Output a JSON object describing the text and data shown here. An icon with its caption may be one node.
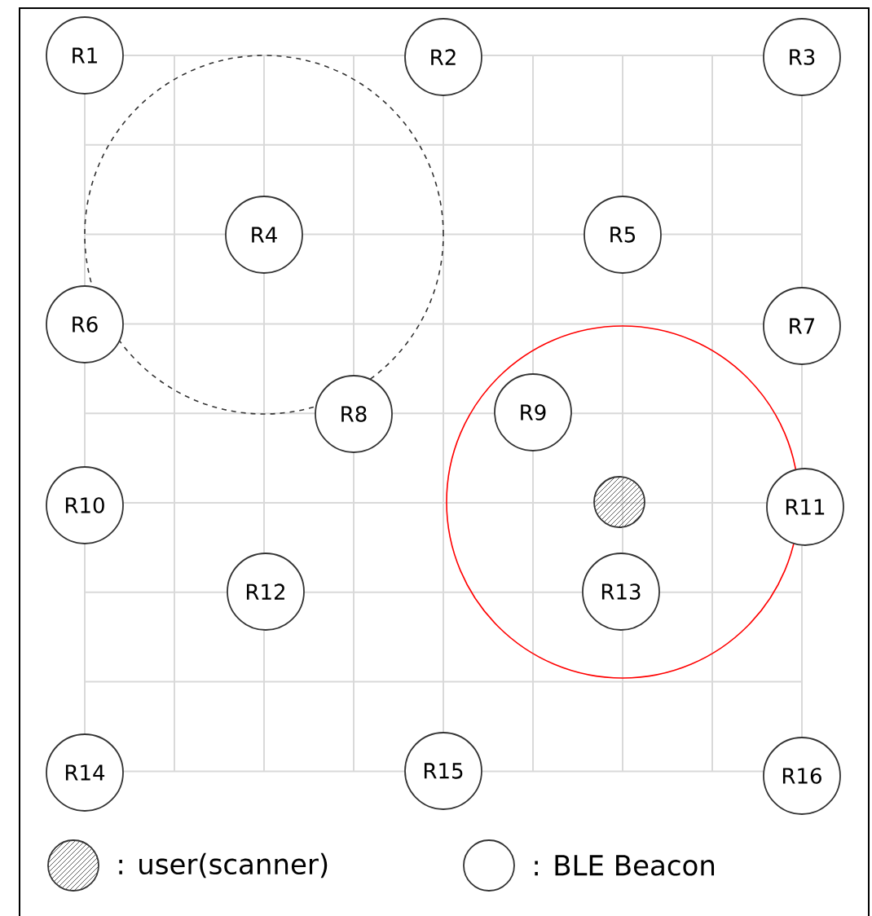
{
  "diagram": {
    "nodes": [
      {
        "text": [
          "R1"
        ]
      },
      {
        "text": [
          "R2"
        ]
      },
      {
        "text": [
          "R3"
        ]
      },
      {
        "text": [
          "R4"
        ]
      },
      {
        "text": [
          "R5"
        ]
      },
      {
        "text": [
          "R6"
        ]
      },
      {
        "text": [
          "R7"
        ]
      },
      {
        "text": [
          "R8"
        ]
      },
      {
        "text": [
          "R9"
        ]
      },
      {
        "text": [
          "R10"
        ]
      },
      {
        "text": [
          "R11"
        ]
      },
      {
        "text": [
          "R12"
        ]
      },
      {
        "text": [
          "R13"
        ]
      },
      {
        "text": [
          "R14"
        ]
      },
      {
        "text": [
          "R15"
        ]
      },
      {
        "text": [
          "R16"
        ]
      },
      {
        "text": [],
        "shape": "circle"
      }
    ],
    "legend": [
      {
        "text": ": user(scanner)"
      },
      {
        "text": ": BLE Beacon"
      }
    ]
  }
}
